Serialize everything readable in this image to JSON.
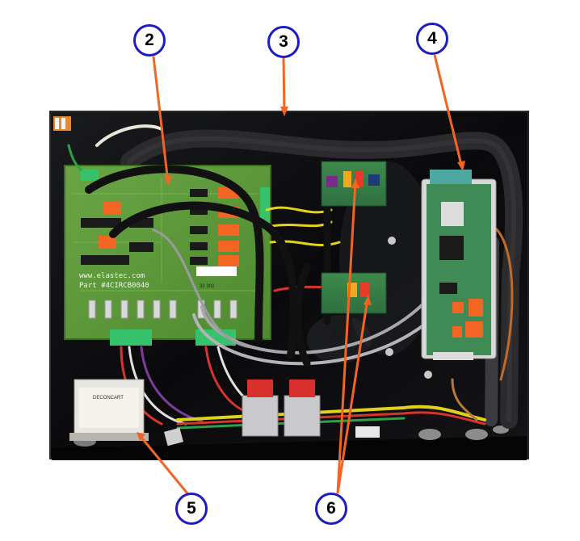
{
  "callouts": [
    {
      "id": "2",
      "label": "2"
    },
    {
      "id": "3",
      "label": "3"
    },
    {
      "id": "4",
      "label": "4"
    },
    {
      "id": "5",
      "label": "5"
    },
    {
      "id": "6",
      "label": "6"
    }
  ],
  "pcb": {
    "url_text": "www.elastec.com",
    "part_text": "Part #4CIRCB0040",
    "tag_text": "32 302"
  },
  "transformer": {
    "label": "DECONCART"
  },
  "colors": {
    "leader": "#f26522",
    "callout_border": "#1c1cc4",
    "pcb_green": "#5e9a3c",
    "enclosure": "#0c0c0e",
    "relay_orange": "#f26522"
  }
}
